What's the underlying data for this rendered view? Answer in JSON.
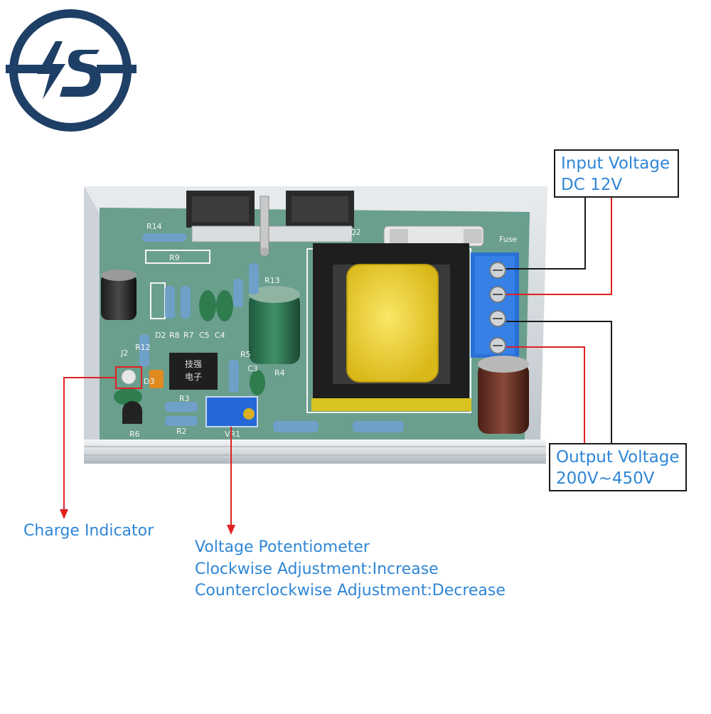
{
  "logo": {
    "text": "S"
  },
  "board": {
    "silkscreen": [
      "R14",
      "R9",
      "Q2",
      "R13",
      "Fuse",
      "D2",
      "R8",
      "R7",
      "C5",
      "C4",
      "J2",
      "R12",
      "R5",
      "C3",
      "R4",
      "D3",
      "R3",
      "R2",
      "VR1",
      "R6"
    ],
    "chip_text": [
      "技强",
      "电子"
    ]
  },
  "callouts": {
    "input": {
      "line1": "Input Voltage",
      "line2": "DC 12V"
    },
    "output": {
      "line1": "Output Voltage",
      "line2": "200V~450V"
    },
    "charge_indicator": "Charge Indicator",
    "potentiometer": {
      "line1": "Voltage Potentiometer",
      "line2": "Clockwise Adjustment:Increase",
      "line3": "Counterclockwise Adjustment:Decrease"
    }
  },
  "colors": {
    "label_text": "#2f86d6",
    "brand_navy": "#1e3f66",
    "arrow_red": "#e02020",
    "line_black": "#1a1a1a",
    "pcb_green": "#6fa392",
    "terminal_blue": "#2a6fd6",
    "transformer_yellow": "#f0d530"
  }
}
